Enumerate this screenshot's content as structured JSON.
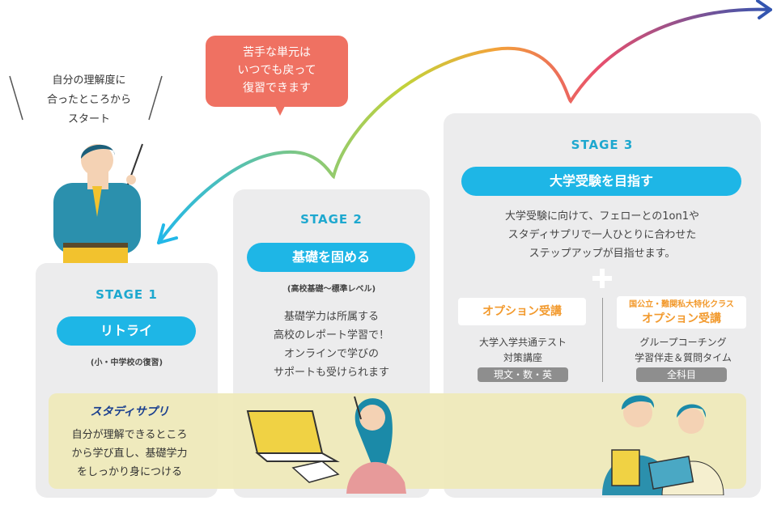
{
  "bubble": {
    "line1": "苦手な単元は",
    "line2": "いつでも戻って",
    "line3": "復習できます"
  },
  "teacher_note": {
    "line1": "自分の理解度に",
    "line2": "合ったところから",
    "line3": "スタート"
  },
  "stage1": {
    "label": "STAGE 1",
    "title": "リトライ",
    "sub": "(小・中学校の復習)"
  },
  "stage2": {
    "label": "STAGE 2",
    "title": "基礎を固める",
    "sub": "(高校基礎〜標準レベル)",
    "desc1": "基礎学力は所属する",
    "desc2": "高校のレポート学習で！",
    "desc3": "オンラインで学びの",
    "desc4": "サポートも受けられます"
  },
  "stage3": {
    "label": "STAGE 3",
    "title": "大学受験を目指す",
    "desc1": "大学受験に向けて、フェローとの1on1や",
    "desc2": "スタディサプリで一人ひとりに合わせた",
    "desc3": "ステップアップが目指せます。",
    "option1": {
      "title": "オプション受講",
      "line1": "大学入学共通テスト",
      "line2": "対策講座",
      "tag": "現文・数・英"
    },
    "option2": {
      "pre": "国公立・難関私大特化クラス",
      "title": "オプション受講",
      "line1": "グループコーチング",
      "line2": "学習伴走＆質問タイム",
      "tag": "全科目"
    }
  },
  "band": {
    "brand": "スタディサプリ",
    "line1": "自分が理解できるところ",
    "line2": "から学び直し、基礎学力",
    "line3": "をしっかり身につける"
  },
  "colors": {
    "accent": "#1eb6e6",
    "stage_text": "#1ea8cf",
    "bubble": "#ef7162",
    "option": "#f29a2e",
    "band": "#efe9b8"
  }
}
